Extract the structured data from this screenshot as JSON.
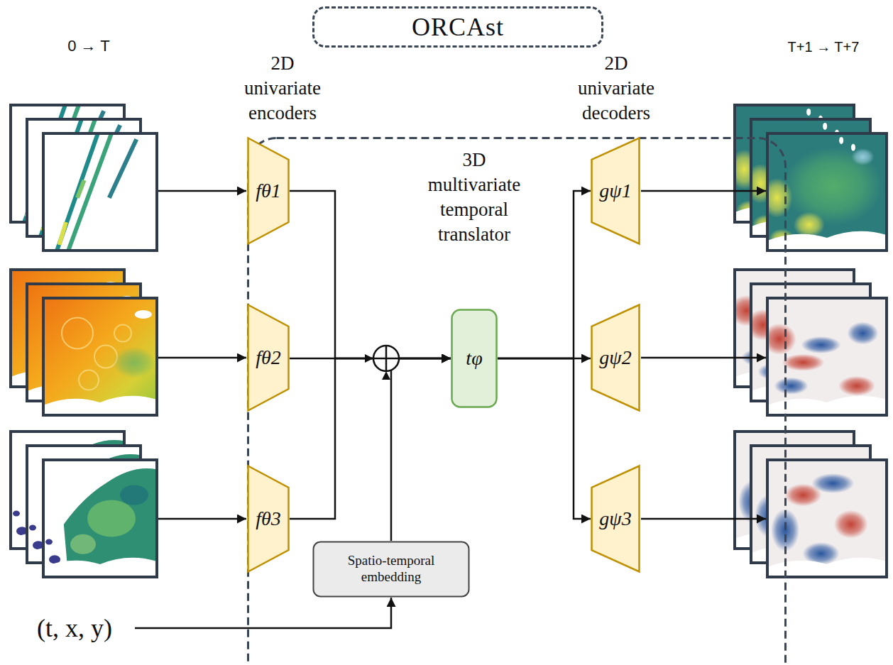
{
  "diagram": {
    "nodes": [
      {
        "text": [
          "ORCAst"
        ]
      },
      {
        "text": [
          "fθ1"
        ],
        "in": 0
      },
      {
        "text": [
          "fθ2"
        ],
        "in": 0
      },
      {
        "text": [
          "fθ3"
        ],
        "in": 0
      },
      {
        "text": [
          "Spatio-temporal embedding"
        ],
        "in": 0
      },
      {
        "text": [
          "tφ"
        ],
        "in": 0
      },
      {
        "text": [
          "gψ1"
        ],
        "in": 0
      },
      {
        "text": [
          "gψ2"
        ],
        "in": 0
      },
      {
        "text": [
          "gψ3"
        ],
        "in": 0
      },
      {
        "text": [
          "(t, x, y)"
        ]
      }
    ],
    "edges": [
      {
        "from": 1,
        "to": 5,
        "arrow": "to"
      },
      {
        "from": 2,
        "to": 5,
        "arrow": "to"
      },
      {
        "from": 3,
        "to": 5,
        "arrow": "to"
      },
      {
        "from": 4,
        "to": 5,
        "arrow": "to"
      },
      {
        "from": 5,
        "to": 6,
        "arrow": "to"
      },
      {
        "from": 5,
        "to": 7,
        "arrow": "to"
      },
      {
        "from": 5,
        "to": 8,
        "arrow": "to"
      },
      {
        "from": 9,
        "to": 4,
        "arrow": "to"
      }
    ],
    "labels": [
      "0 → T",
      "T+1 → T+7",
      "2D univariate encoders",
      "3D multivariate temporal translator",
      "2D univariate decoders"
    ]
  }
}
